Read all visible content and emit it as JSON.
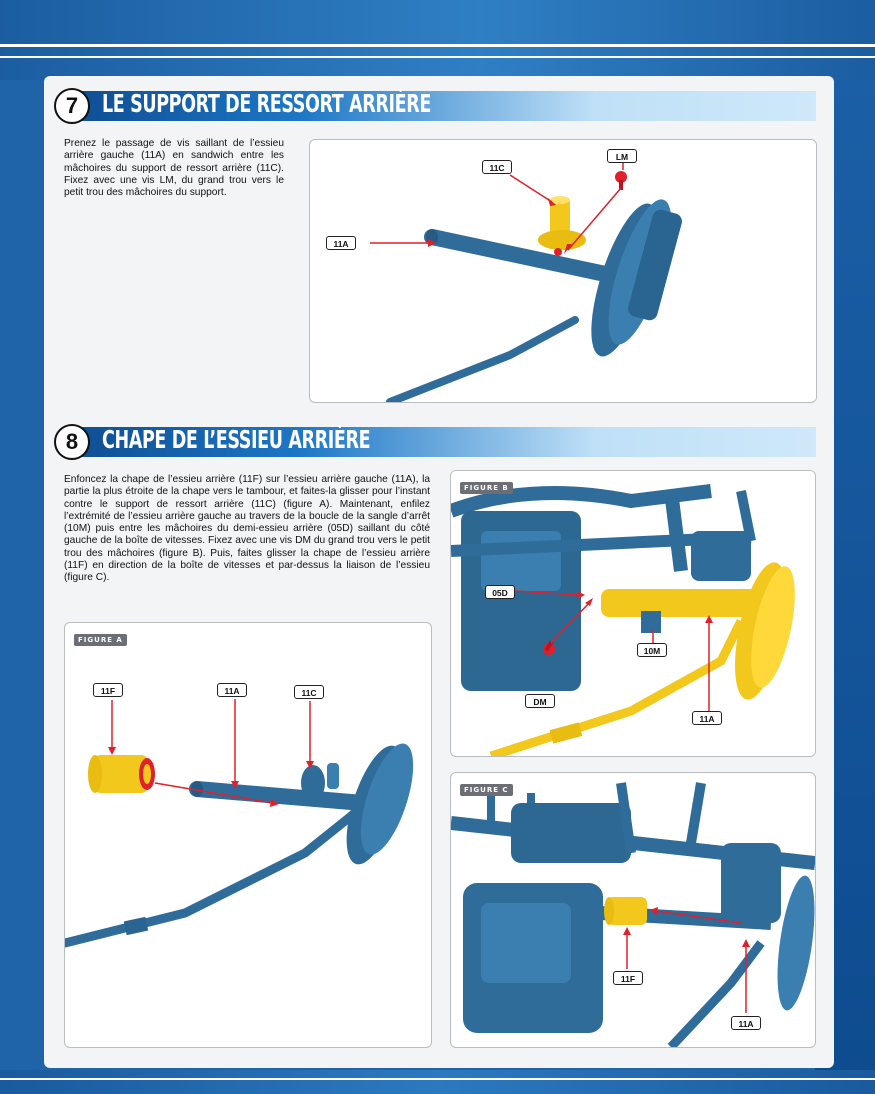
{
  "step7": {
    "number": "7",
    "title": "LE SUPPORT DE RESSORT ARRIÈRE",
    "text": "Prenez le passage de vis saillant de l’essieu arrière gauche (11A) en sandwich entre les mâchoires du support de ressort arrière (11C). Fixez avec une vis LM, du grand trou vers le petit trou des mâchoires du support.",
    "labels": {
      "lm": "LM",
      "c11": "11C",
      "a11": "11A"
    }
  },
  "step8": {
    "number": "8",
    "title": "CHAPE DE L’ESSIEU ARRIÈRE",
    "text": "Enfoncez la chape de l’essieu arrière (11F) sur l’essieu arrière gauche (11A), la partie la plus étroite de la chape vers le tambour, et faites-la glisser pour l’instant contre le support de ressort arrière (11C) (figure A). Maintenant, enfilez l’extrémité de l’essieu arrière gauche au travers de la boucle de la sangle d’arrêt (10M) puis entre les mâchoires du demi-essieu arrière (05D) saillant du côté gauche de la boîte de vitesses. Fixez avec une vis DM du grand trou vers le petit trou des mâchoires (figure B). Puis, faites glisser la chape de l’essieu arrière (11F) en direction de la boîte de vitesses et par-dessus la liaison de l’essieu (figure C).",
    "figure_a": {
      "tag": "FIGURE A",
      "labels": {
        "f11": "11F",
        "a11": "11A",
        "c11": "11C"
      }
    },
    "figure_b": {
      "tag": "FIGURE B",
      "labels": {
        "d05": "05D",
        "m10": "10M",
        "dm": "DM",
        "a11": "11A"
      }
    },
    "figure_c": {
      "tag": "FIGURE C",
      "labels": {
        "f11": "11F",
        "a11": "11A"
      }
    }
  },
  "colors": {
    "part_blue": "#2f6c9a",
    "part_yellow": "#f2c81c",
    "arrow_red": "#e0202a",
    "header_blue": "#1d77c6"
  }
}
